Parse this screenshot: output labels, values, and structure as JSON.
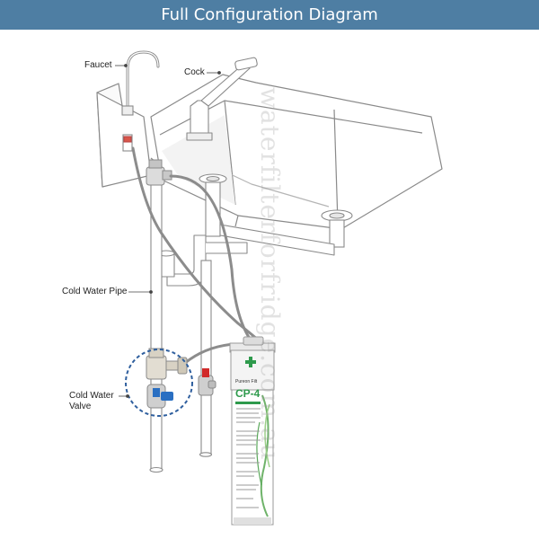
{
  "header": {
    "title": "Full Configuration Diagram",
    "background": "#4e7ea3"
  },
  "labels": {
    "faucet": "Faucet",
    "cock": "Cock",
    "cold_water_pipe": "Cold Water Pipe",
    "cold_water_valve_line1": "Cold Water",
    "cold_water_valve_line2": "Valve"
  },
  "watermark": "waterfilterforfridge.com.au",
  "filter": {
    "brand": "Pureon Filt",
    "model": "CP-4",
    "accent": "#2e9a4c"
  },
  "colors": {
    "valve_blue": "#2a6fc2",
    "valve_red": "#d12a2a",
    "dashed_circle": "#2f5f9e",
    "outline": "#8a8a8a"
  }
}
